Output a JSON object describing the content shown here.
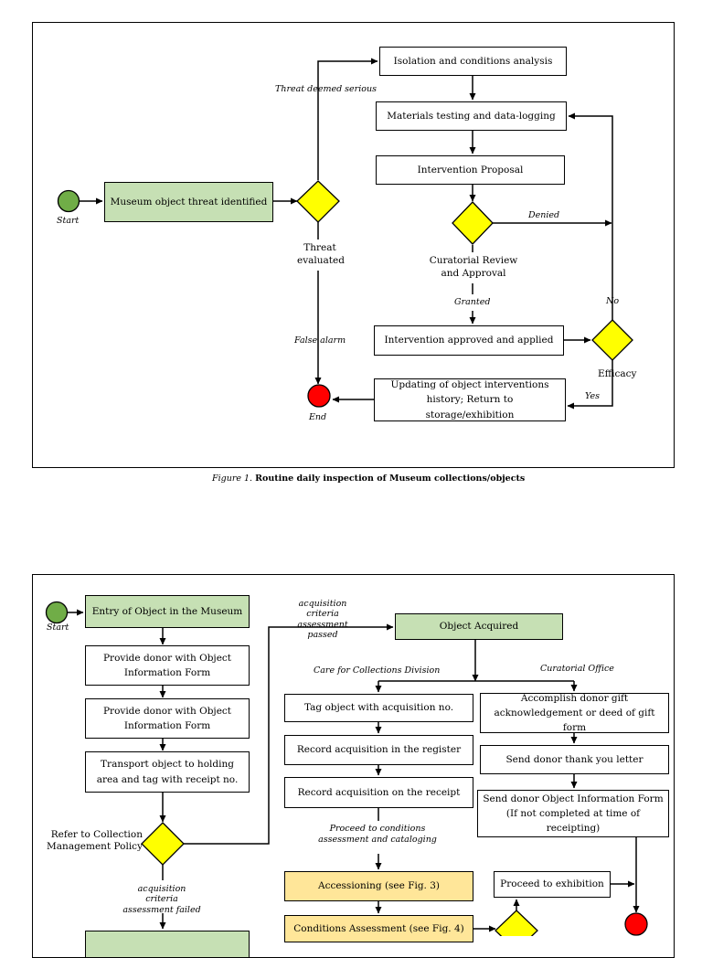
{
  "figure1": {
    "caption_number": "Figure 1.",
    "caption_title": "Routine daily inspection of Museum collections/objects",
    "nodes": {
      "threat_identified": "Museum object threat identified",
      "isolation": "Isolation and conditions analysis",
      "materials_testing": "Materials testing and data-logging",
      "intervention_proposal": "Intervention Proposal",
      "intervention_applied": "Intervention approved and applied",
      "updating_history": "Updating of object interventions history; Return to storage/exhibition"
    },
    "labels": {
      "start": "Start",
      "end": "End",
      "threat_deemed_serious": "Threat deemed serious",
      "threat_evaluated": "Threat evaluated",
      "false_alarm": "False alarm",
      "denied": "Denied",
      "curatorial_review": "Curatorial Review and Approval",
      "granted": "Granted",
      "no": "No",
      "efficacy": "Efficacy",
      "yes": "Yes"
    }
  },
  "figure2": {
    "nodes": {
      "entry": "Entry of Object in the Museum",
      "provide_form_1": "Provide donor with Object Information Form",
      "provide_form_2": "Provide donor with Object Information Form",
      "transport": "Transport object to holding area and tag with receipt no.",
      "object_acquired": "Object Acquired",
      "tag_object": "Tag object with acquisition no.",
      "record_register": "Record acquisition in the register",
      "record_receipt": "Record acquisition on the receipt",
      "accomplish_gift": "Accomplish donor  gift acknowledgement or deed of gift form",
      "thank_you": "Send donor thank you letter",
      "send_form": "Send donor Object Information Form (If not completed at time of receipting)",
      "accessioning": "Accessioning (see Fig. 3)",
      "conditions": "Conditions Assessment (see Fig. 4)",
      "proceed_exhibition": "Proceed to exhibition"
    },
    "labels": {
      "start": "Start",
      "criteria_passed": "acquisition criteria assessment passed",
      "care_division": "Care for Collections Division",
      "curatorial_office": "Curatorial Office",
      "refer_policy": "Refer to Collection Management Policy",
      "proceed_conditions": "Proceed to conditions assessment and cataloging",
      "criteria_failed": "acquisition criteria assessment failed"
    }
  },
  "colors": {
    "green_box": "#c6e0b4",
    "gold_box": "#ffe699",
    "decision_diamond": "#ffff00",
    "start_circle": "#70ad47",
    "end_circle": "#ff0000"
  }
}
